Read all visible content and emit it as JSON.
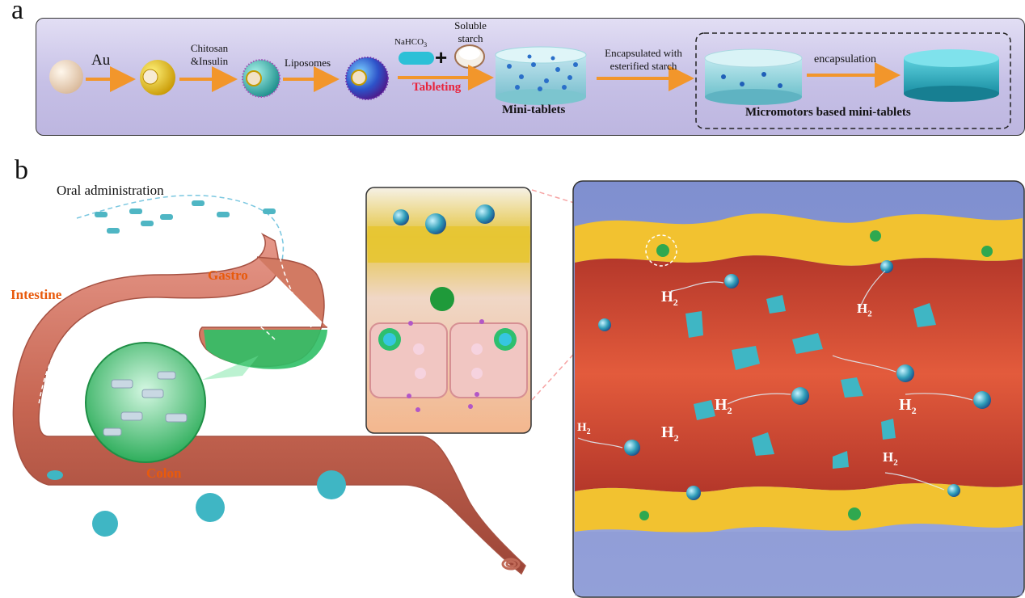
{
  "panel_a": {
    "letter": "a",
    "step_au": "Au",
    "step_chitosan_line1": "Chitosan",
    "step_chitosan_line2": "&Insulin",
    "step_liposomes": "Liposomes",
    "nahco3": "NaHCO",
    "nahco3_sub": "3",
    "soluble_line1": "Soluble",
    "soluble_line2": "starch",
    "plus": "+",
    "tableting": "Tableting",
    "mini_tablets": "Mini-tablets",
    "encap_line1": "Encapsulated with",
    "encap_line2": "esterified starch",
    "encapsulation": "encapsulation",
    "micromotors": "Micromotors based mini-tablets"
  },
  "panel_b": {
    "letter": "b",
    "oral": "Oral administration",
    "gastro": "Gastro",
    "intestine": "Intestine",
    "colon": "Colon",
    "h2_main": "H",
    "h2_sub": "2"
  },
  "colors": {
    "panel_a_bg": "#c9c3e8",
    "arrow": "#f2962b",
    "tissue": "#c7614a",
    "villi": "#f2c230",
    "tablet": "#3fb6c4",
    "red_text": "#e8243c",
    "orange_text": "#e85a0c"
  }
}
